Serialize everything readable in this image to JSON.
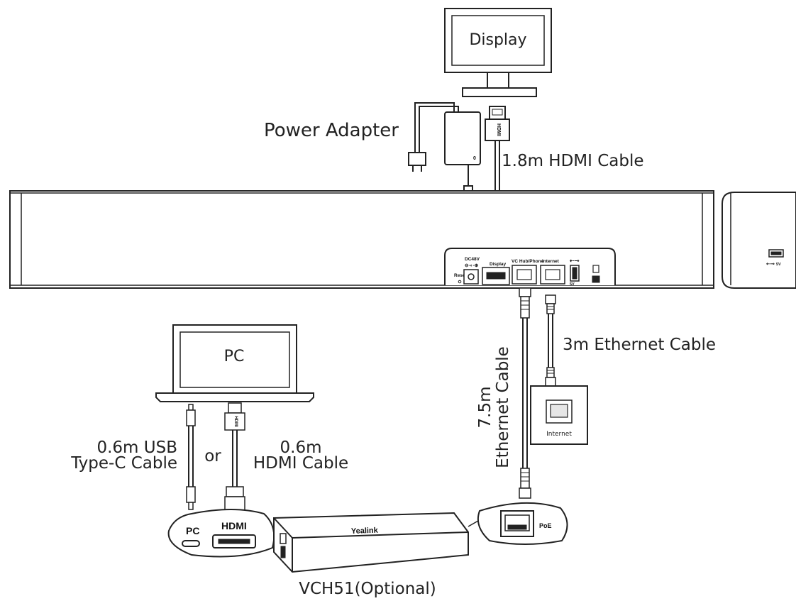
{
  "devices": {
    "display": "Display",
    "pc": "PC",
    "internet": "Internet",
    "vch51": "VCH51(Optional)",
    "brand": "Yealink"
  },
  "cables": {
    "power_adapter": "Power Adapter",
    "hdmi_18": "1.8m HDMI Cable",
    "eth_3m": "3m Ethernet Cable",
    "eth_75_line1": "7.5m",
    "eth_75_line2": "Ethernet Cable",
    "usb_line1": "0.6m USB",
    "usb_line2": "Type-C Cable",
    "or": "or",
    "hdmi_06_line1": "0.6m",
    "hdmi_06_line2": "HDMI Cable"
  },
  "ports": {
    "dc": "DC48V",
    "reset": "Reset",
    "display": "Display",
    "vc_hub": "VC Hub/Phone",
    "internet": "Internet",
    "usb_5v": "5V",
    "side_usb": "5V",
    "pc": "PC",
    "hdmi": "HDMI",
    "poe": "PoE",
    "hdmi_plug": "HDMI"
  }
}
